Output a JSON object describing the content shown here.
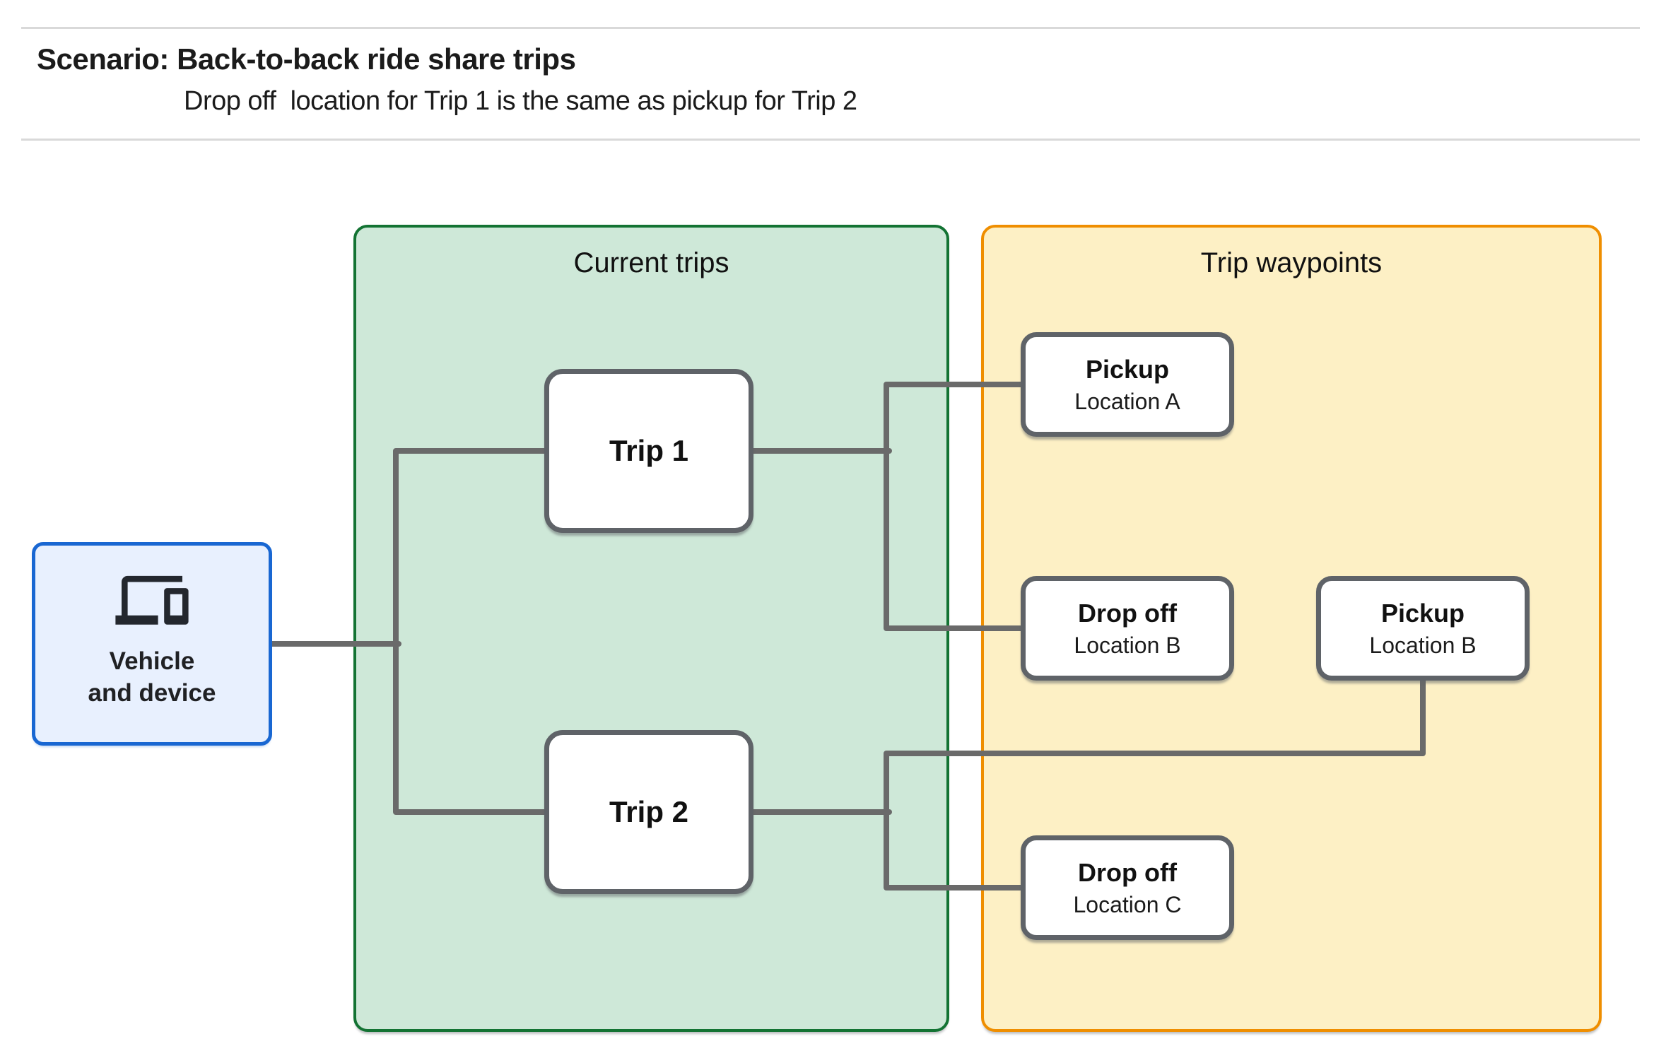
{
  "header": {
    "title": "Scenario: Back-to-back ride share trips",
    "subtitle": "Drop off  location for Trip 1 is the same as pickup for Trip 2"
  },
  "vehicle": {
    "icon": "devices-icon",
    "label": "Vehicle\nand device"
  },
  "panels": {
    "current_trips": {
      "title": "Current trips"
    },
    "trip_waypoints": {
      "title": "Trip waypoints"
    }
  },
  "trips": [
    {
      "label": "Trip 1"
    },
    {
      "label": "Trip 2"
    }
  ],
  "waypoints": [
    {
      "type": "Pickup",
      "location": "Location A"
    },
    {
      "type": "Drop off",
      "location": "Location B"
    },
    {
      "type": "Pickup",
      "location": "Location B"
    },
    {
      "type": "Drop off",
      "location": "Location C"
    }
  ],
  "colors": {
    "current_trips_fill": "#cee8d8",
    "current_trips_border": "#137333",
    "trip_waypoints_fill": "#fdf0c5",
    "trip_waypoints_border": "#ef8e00",
    "vehicle_fill": "#e8f0fe",
    "vehicle_border": "#1967d2",
    "node_border": "#5f6368",
    "connector": "#6a6a6a",
    "divider": "#d9d9d9",
    "text": "#202124"
  }
}
